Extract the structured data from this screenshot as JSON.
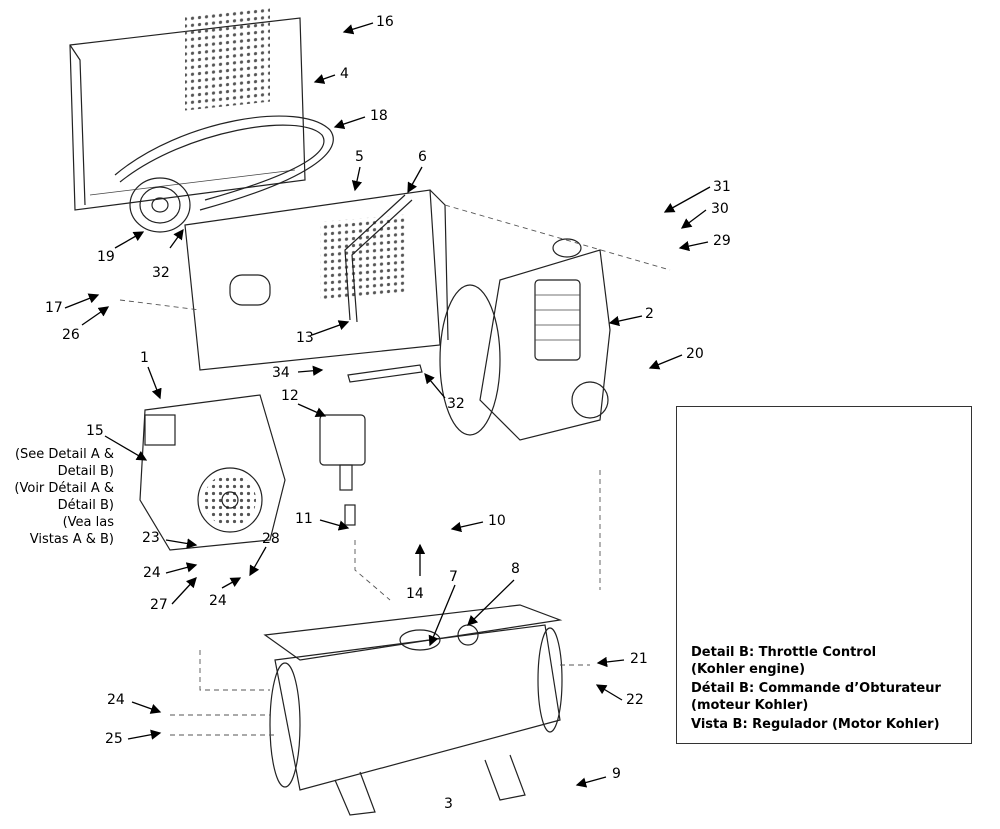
{
  "callouts": {
    "c1": "1",
    "c2": "2",
    "c3": "3",
    "c4": "4",
    "c5": "5",
    "c6": "6",
    "c7": "7",
    "c8": "8",
    "c9": "9",
    "c10": "10",
    "c11": "11",
    "c12": "12",
    "c13": "13",
    "c14": "14",
    "c15": "15",
    "c16": "16",
    "c17": "17",
    "c18": "18",
    "c19": "19",
    "c20": "20",
    "c21": "21",
    "c22": "22",
    "c23": "23",
    "c24a": "24",
    "c24b": "24",
    "c24c": "24",
    "c25": "25",
    "c26": "26",
    "c27": "27",
    "c28": "28",
    "c29": "29",
    "c30": "30",
    "c31": "31",
    "c32a": "32",
    "c32b": "32",
    "c34": "34"
  },
  "note15": {
    "line1": "(See Detail A &",
    "line2": "Detail B)",
    "line3": "(Voir Détail A &",
    "line4": "Détail B)",
    "line5": "(Vea las",
    "line6": "Vistas A & B)"
  },
  "detail_b": {
    "line1": "Detail B: Throttle Control",
    "line2": "(Kohler engine)",
    "line3": "Détail B: Commande d’Obturateur",
    "line4": "(moteur Kohler)",
    "line5": "Vista B: Regulador (Motor Kohler)"
  }
}
